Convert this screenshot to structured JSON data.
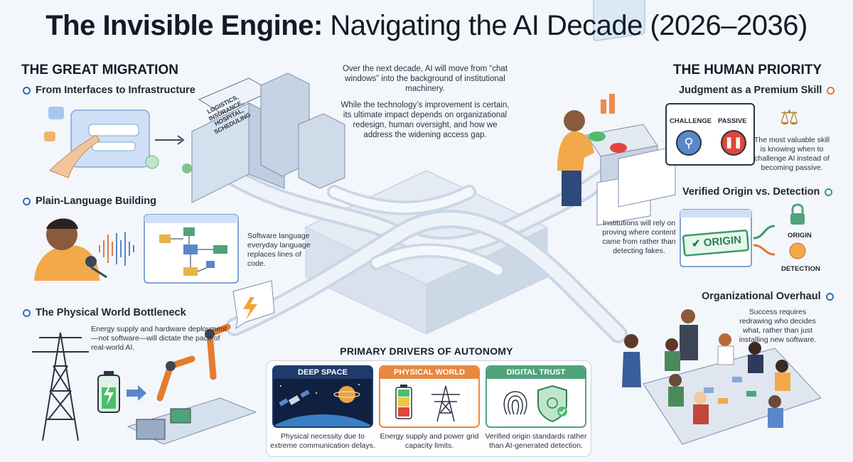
{
  "title": {
    "bold": "The Invisible Engine:",
    "rest": "Navigating the AI Decade (2026–2036)"
  },
  "intro": {
    "p1": "Over the next decade, AI will move from “chat windows” into the background of institutional machinery.",
    "p2": "While the technology’s improvement is certain, its ultimate impact depends on organizational redesign, human oversight, and how we address the widening access gap."
  },
  "left": {
    "heading": "THE GREAT MIGRATION",
    "items": [
      {
        "title": "From Interfaces to Infrastructure",
        "building_sign": "LOGISTICS, INSURANCE, HOSPITAL, SCHEDULING"
      },
      {
        "title": "Plain-Language Building",
        "text": "Software language everyday language replaces lines of code."
      },
      {
        "title": "The Physical World Bottleneck",
        "text": "Energy supply and hardware deployment—not software—will dictate the pace of real-world AI."
      }
    ]
  },
  "right": {
    "heading": "THE HUMAN PRIORITY",
    "items": [
      {
        "title": "Judgment as a Premium Skill",
        "challenge_label": "CHALLENGE",
        "passive_label": "PASSIVE",
        "text": "The most valuable skill is knowing when to challenge AI instead of becoming passive."
      },
      {
        "title": "Verified Origin vs. Detection",
        "text": "Institutions will rely on proving where content came from rather than detecting fakes.",
        "stamp": "ORIGIN",
        "origin_label": "ORIGIN",
        "detection_label": "DETECTION"
      },
      {
        "title": "Organizational Overhaul",
        "text": "Success requires redrawing who decides what, rather than just installing new software."
      }
    ]
  },
  "drivers": {
    "title": "PRIMARY DRIVERS OF AUTONOMY",
    "cards": [
      {
        "label": "DEEP SPACE",
        "caption": "Physical necessity due to extreme communication delays.",
        "color": "#1f3b6b"
      },
      {
        "label": "PHYSICAL WORLD",
        "caption": "Energy supply and power grid capacity limits.",
        "color": "#e8873f"
      },
      {
        "label": "DIGITAL TRUST",
        "caption": "Verified origin standards rather than AI-generated detection.",
        "color": "#4fa37a"
      }
    ]
  },
  "colors": {
    "accent_blue": "#2f6db5",
    "accent_green": "#3a9a6a",
    "accent_orange": "#e0763a",
    "background": "#f3f6fa"
  }
}
